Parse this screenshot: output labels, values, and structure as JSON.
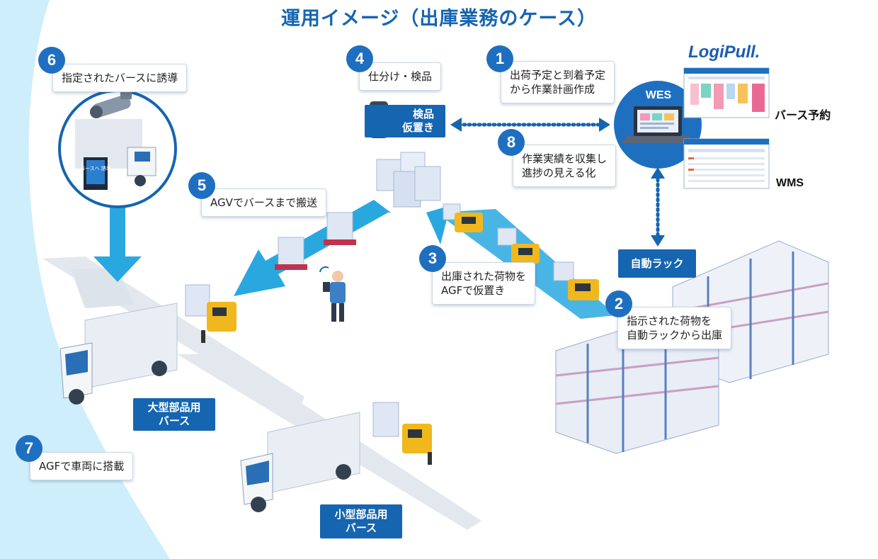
{
  "title": "運用イメージ（出庫業務のケース）",
  "logo": "LogiPull.",
  "wes_label": "WES",
  "labels": {
    "berth_reservation": "バース予約",
    "wms": "WMS",
    "auto_rack": "自動ラック",
    "inspection": "検品\n仮置き",
    "large_berth": "大型部品用\nバース",
    "small_berth": "小型部品用\nバース",
    "monitor_screen": "バースへ\n誘導"
  },
  "steps": [
    {
      "num": "1",
      "text": "出荷予定と到着予定\nから作業計画作成"
    },
    {
      "num": "2",
      "text": "指示された荷物を\n自動ラックから出庫"
    },
    {
      "num": "3",
      "text": "出庫された荷物を\nAGFで仮置き"
    },
    {
      "num": "4",
      "text": "仕分け・検品"
    },
    {
      "num": "5",
      "text": "AGVでバースまで搬送"
    },
    {
      "num": "6",
      "text": "指定されたバースに誘導"
    },
    {
      "num": "7",
      "text": "AGFで車両に搭載"
    },
    {
      "num": "8",
      "text": "作業実績を収集し\n進捗の見える化"
    }
  ],
  "colors": {
    "primary": "#1565b0",
    "arrow": "#29a8e0",
    "bg_curve": "#cfeefc",
    "pallet": "#dfe7f5",
    "agf": "#f0b81c"
  }
}
